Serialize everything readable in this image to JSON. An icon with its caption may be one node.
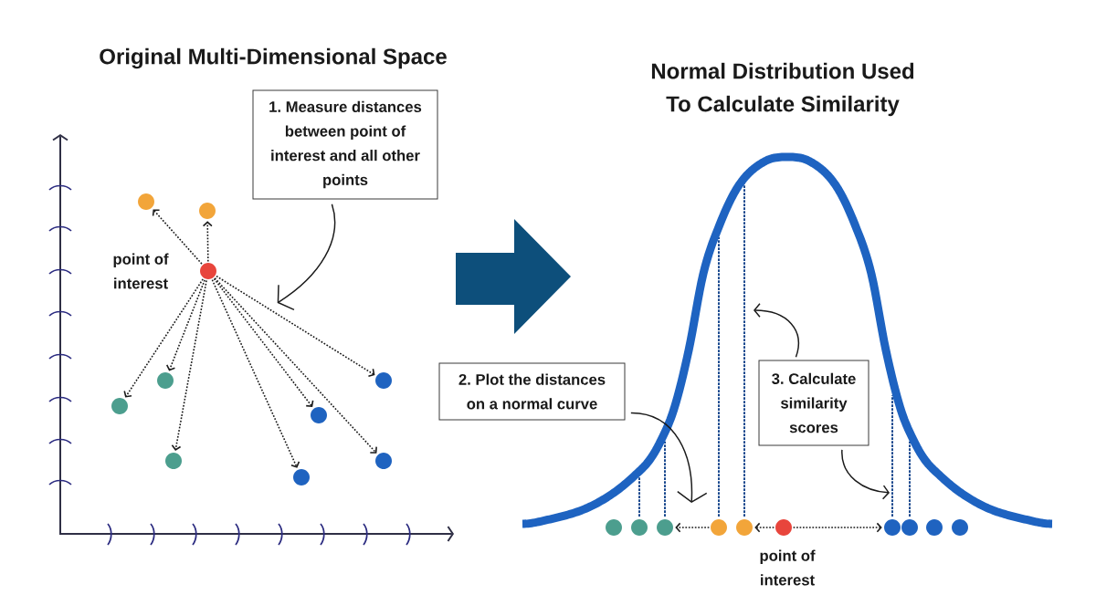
{
  "diagram": {
    "nodes": [
      {
        "text": [
          "1. Measure distances between point of interest and all other points"
        ]
      },
      {
        "text": [],
        "shape": "circle"
      },
      {
        "text": [],
        "shape": "circle"
      },
      {
        "text": [],
        "shape": "circle"
      },
      {
        "text": [],
        "shape": "circle"
      },
      {
        "text": [],
        "shape": "circle"
      },
      {
        "text": [],
        "shape": "circle",
        "beside": [
          "point of interest"
        ]
      },
      {
        "text": [],
        "shape": "circle"
      },
      {
        "text": [],
        "shape": "circle"
      },
      {
        "text": [],
        "shape": "circle"
      },
      {
        "text": [],
        "shape": "circle"
      },
      {
        "text": [
          "2. Plot the distances on a normal curve"
        ]
      },
      {
        "text": [
          "3. Calculate similarity scores"
        ]
      },
      {
        "text": [],
        "shape": "circle"
      },
      {
        "text": [],
        "shape": "circle"
      },
      {
        "text": [],
        "shape": "circle"
      },
      {
        "text": [],
        "shape": "circle"
      },
      {
        "text": [],
        "shape": "circle"
      },
      {
        "text": [],
        "shape": "circle",
        "beside": [
          "point of interest"
        ]
      },
      {
        "text": [],
        "shape": "circle"
      },
      {
        "text": [],
        "shape": "circle"
      },
      {
        "text": [],
        "shape": "circle"
      },
      {
        "text": [],
        "shape": "circle"
      }
    ],
    "edges": [
      {
        "from": 6,
        "to": 1,
        "arrow": "to",
        "style": "dashed"
      },
      {
        "from": 6,
        "to": 2,
        "arrow": "to",
        "style": "dashed"
      },
      {
        "from": 6,
        "to": 3,
        "arrow": "to",
        "style": "dashed"
      },
      {
        "from": 6,
        "to": 4,
        "arrow": "to",
        "style": "dashed"
      },
      {
        "from": 6,
        "to": 5,
        "arrow": "to",
        "style": "dashed"
      },
      {
        "from": 6,
        "to": 7,
        "arrow": "to",
        "style": "dashed"
      },
      {
        "from": 6,
        "to": 8,
        "arrow": "to",
        "style": "dashed"
      },
      {
        "from": 6,
        "to": 9,
        "arrow": "to",
        "style": "dashed"
      },
      {
        "from": 6,
        "to": 10,
        "arrow": "to",
        "style": "dashed"
      },
      {
        "from": 0,
        "to": null,
        "arrow": "to"
      },
      {
        "from": 11,
        "to": null,
        "arrow": "to"
      },
      {
        "from": 12,
        "to": null,
        "arrow": "to"
      },
      {
        "from": 12,
        "to": null,
        "arrow": "to"
      },
      {
        "from": 16,
        "to": 15,
        "arrow": "to",
        "style": "dashed"
      },
      {
        "from": 18,
        "to": 17,
        "arrow": "to",
        "style": "dashed"
      },
      {
        "from": 18,
        "to": 19,
        "arrow": "to",
        "style": "dashed"
      }
    ],
    "labels": [
      "Original Multi-Dimensional Space",
      "Normal Distribution Used To Calculate Similarity"
    ]
  }
}
